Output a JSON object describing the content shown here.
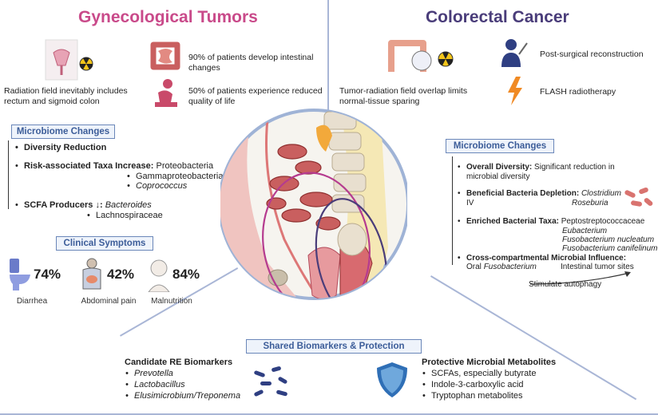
{
  "left": {
    "title": "Gynecological Tumors",
    "radiation_text": "Radiation field inevitably includes rectum and sigmoid colon",
    "stat1": "90% of patients develop intestinal changes",
    "stat2": "50% of patients experience reduced quality of life",
    "microbiome": {
      "header": "Microbiome Changes",
      "diversity": "Diversity Reduction",
      "risk_label": "Risk-associated Taxa Increase:",
      "risk_taxa": [
        "Proteobacteria",
        "Gammaproteobacteria",
        "Coprococcus"
      ],
      "scfa_label": "SCFA Producers ↓:",
      "scfa_taxa": [
        "Bacteroides",
        "Lachnospiraceae"
      ]
    },
    "symptoms": {
      "header": "Clinical Symptoms",
      "items": [
        {
          "pct": "74%",
          "label": "Diarrhea"
        },
        {
          "pct": "42%",
          "label": "Abdominal pain"
        },
        {
          "pct": "84%",
          "label": "Malnutrition"
        }
      ]
    }
  },
  "right": {
    "title": "Colorectal Cancer",
    "overlap_text": "Tumor-radiation field overlap limits normal-tissue sparing",
    "reconstruction": "Post-surgical reconstruction",
    "flash": "FLASH radiotherapy",
    "microbiome": {
      "header": "Microbiome Changes",
      "overall_label": "Overall Diversity:",
      "overall_text": "Significant reduction in microbial diversity",
      "beneficial_label": "Beneficial Bacteria Depletion:",
      "beneficial_taxa_1": "Clostridium",
      "beneficial_taxa_1_suffix": "IV",
      "beneficial_taxa_2": "Roseburia",
      "enriched_label": "Enriched Bacterial Taxa:",
      "enriched_taxa": [
        "Peptostreptococcaceae",
        "Eubacterium",
        "Fusobacterium nucleatum",
        "Fusobacterium canifelinum"
      ],
      "cross_label": "Cross-compartmental Microbial Influence:",
      "cross_oral_prefix": "Oral",
      "cross_oral_taxon": "Fusobacterium",
      "cross_target": "Intestinal tumor sites",
      "cross_arrow": "Stimulate autophagy"
    }
  },
  "bottom": {
    "header": "Shared Biomarkers & Protection",
    "biomarkers_title": "Candidate RE Biomarkers",
    "biomarkers": [
      "Prevotella",
      "Lactobacillus",
      "Elusimicrobium/Treponema"
    ],
    "metabolites_title": "Protective Microbial Metabolites",
    "metabolites": [
      "SCFAs, especially butyrate",
      "Indole-3-carboxylic acid",
      "Tryptophan metabolites"
    ]
  },
  "colors": {
    "left_title": "#c94a8a",
    "right_title": "#4a3d7a",
    "box_border": "#6b87b9",
    "ring_magenta": "#b53b8f",
    "ring_purple": "#4a3d7a"
  }
}
